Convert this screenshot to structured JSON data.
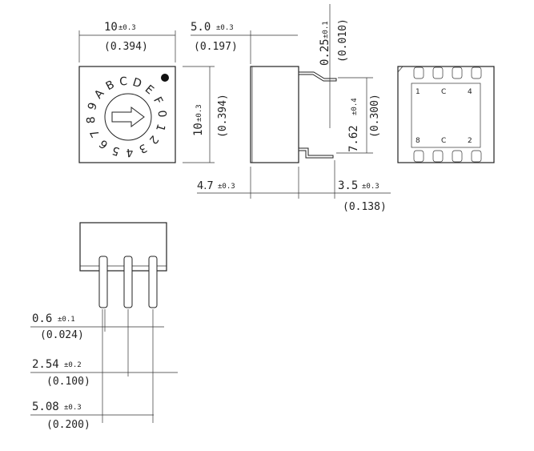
{
  "top_view": {
    "width_mm": "10",
    "width_tol": "±0.3",
    "width_in": "(0.394)",
    "height_mm": "10",
    "height_tol": "±0.3",
    "height_in": "(0.394)",
    "dial_positions": [
      "0",
      "1",
      "2",
      "3",
      "4",
      "5",
      "6",
      "7",
      "8",
      "9",
      "A",
      "B",
      "C",
      "D",
      "E",
      "F"
    ]
  },
  "side_view": {
    "depth_mm": "5.0",
    "depth_tol": "±0.3",
    "depth_in": "(0.197)",
    "lead_thk_mm": "0.25",
    "lead_thk_tol": "±0.1",
    "lead_thk_in": "(0.010)",
    "row_span_mm": "7.62",
    "row_span_tol": "±0.4",
    "row_span_in": "(0.300)",
    "body_mm": "4.7",
    "body_tol": "±0.3",
    "lead_len_mm": "3.5",
    "lead_len_tol": "±0.3",
    "lead_len_in": "(0.138)"
  },
  "bottom_view": {
    "pins_top": [
      "1",
      "C",
      "4"
    ],
    "pins_bottom": [
      "8",
      "C",
      "2"
    ]
  },
  "front_view": {
    "pin_w_mm": "0.6",
    "pin_w_tol": "±0.1",
    "pin_w_in": "(0.024)",
    "pitch_mm": "2.54",
    "pitch_tol": "±0.2",
    "pitch_in": "(0.100)",
    "span_mm": "5.08",
    "span_tol": "±0.3",
    "span_in": "(0.200)"
  }
}
